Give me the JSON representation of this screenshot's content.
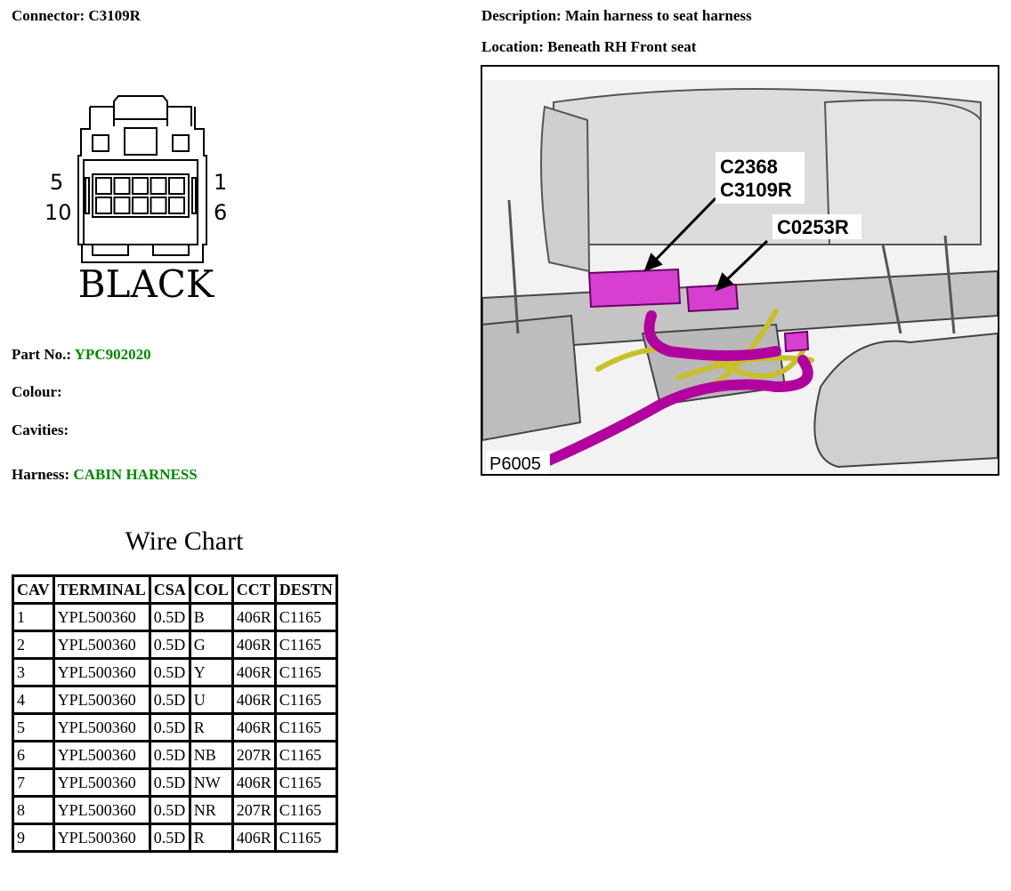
{
  "connector": {
    "label": "Connector:",
    "value": "C3109R"
  },
  "description": {
    "label": "Description:",
    "value": "Main harness to seat harness"
  },
  "location": {
    "label": "Location:",
    "value": "Beneath RH Front seat"
  },
  "diagram": {
    "pin_labels": {
      "top_left": "5",
      "bottom_left": "10",
      "top_right": "1",
      "bottom_right": "6"
    },
    "colour_text": "BLACK"
  },
  "photo": {
    "callouts": [
      "C2368",
      "C3109R",
      "C0253R"
    ],
    "ref": "P6005",
    "colors": {
      "connector": "#d63fd0",
      "harness": "#b1009e",
      "wire_yellow": "#c8c02a"
    }
  },
  "part": {
    "label": "Part No.:",
    "value": "YPC902020"
  },
  "colour": {
    "label": "Colour:"
  },
  "cavities": {
    "label": "Cavities:"
  },
  "harness": {
    "label": "Harness:",
    "value": "CABIN HARNESS"
  },
  "wire_chart": {
    "title": "Wire Chart",
    "headers": [
      "CAV",
      "TERMINAL",
      "CSA",
      "COL",
      "CCT",
      "DESTN"
    ],
    "rows": [
      [
        "1",
        "YPL500360",
        "0.5D",
        "B",
        "406R",
        "C1165"
      ],
      [
        "2",
        "YPL500360",
        "0.5D",
        "G",
        "406R",
        "C1165"
      ],
      [
        "3",
        "YPL500360",
        "0.5D",
        "Y",
        "406R",
        "C1165"
      ],
      [
        "4",
        "YPL500360",
        "0.5D",
        "U",
        "406R",
        "C1165"
      ],
      [
        "5",
        "YPL500360",
        "0.5D",
        "R",
        "406R",
        "C1165"
      ],
      [
        "6",
        "YPL500360",
        "0.5D",
        "NB",
        "207R",
        "C1165"
      ],
      [
        "7",
        "YPL500360",
        "0.5D",
        "NW",
        "406R",
        "C1165"
      ],
      [
        "8",
        "YPL500360",
        "0.5D",
        "NR",
        "207R",
        "C1165"
      ],
      [
        "9",
        "YPL500360",
        "0.5D",
        "R",
        "406R",
        "C1165"
      ]
    ]
  },
  "colors": {
    "value_green": "#008a00"
  }
}
